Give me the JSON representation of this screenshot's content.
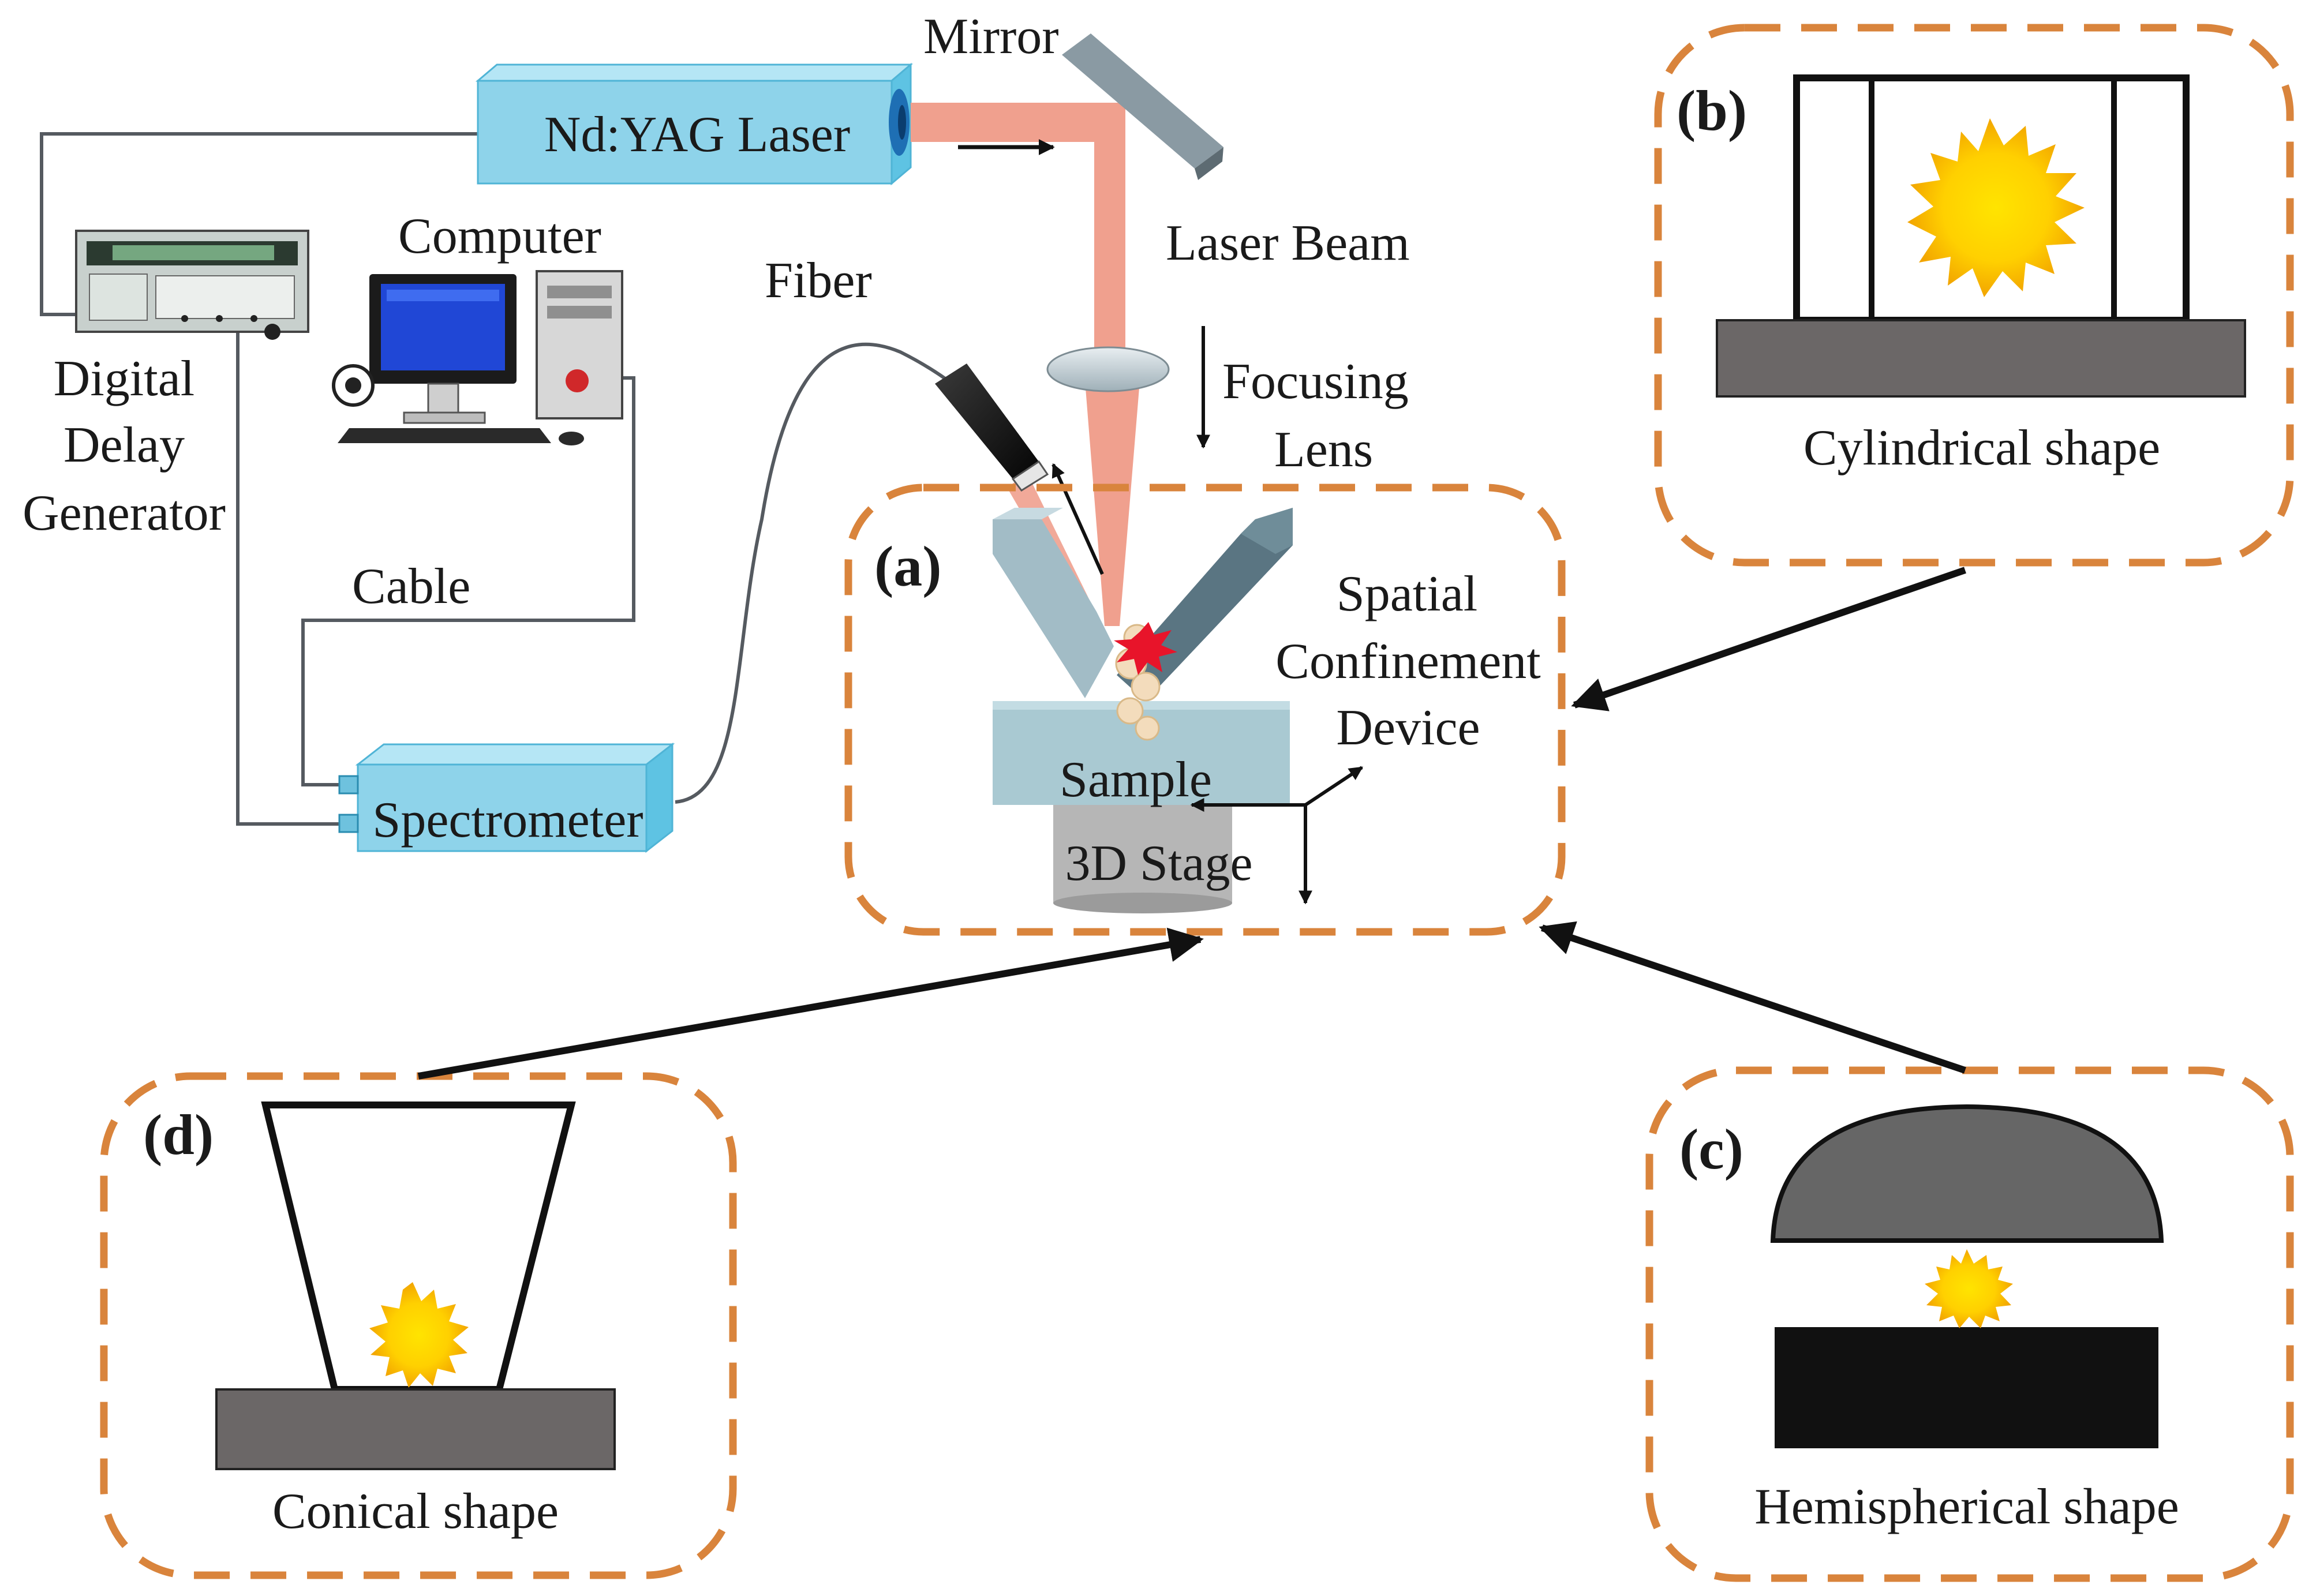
{
  "labels": {
    "mirror": "Mirror",
    "laser": "Nd:YAG Laser",
    "laser_beam": "Laser Beam",
    "focusing": "Focusing",
    "lens": "Lens",
    "computer": "Computer",
    "fiber": "Fiber",
    "digital": "Digital",
    "delay": "Delay",
    "generator": "Generator",
    "cable": "Cable",
    "spectrometer": "Spectrometer",
    "spatial": "Spatial",
    "confinement": "Confinement",
    "device": "Device",
    "sample": "Sample",
    "stage": "3D Stage"
  },
  "panels": {
    "a": {
      "letter": "(a)"
    },
    "b": {
      "letter": "(b)",
      "caption": "Cylindrical shape"
    },
    "c": {
      "letter": "(c)",
      "caption": "Hemispherical shape"
    },
    "d": {
      "letter": "(d)",
      "caption": "Conical shape"
    }
  },
  "colors": {
    "dashed_border": "#d9843c",
    "laser_beam": "#f0a08e",
    "equipment_blue": "#8ed3ea",
    "plasma_yellow": "#ffe400",
    "plasma_orange": "#f2a500",
    "base_gray": "#6b6767"
  }
}
